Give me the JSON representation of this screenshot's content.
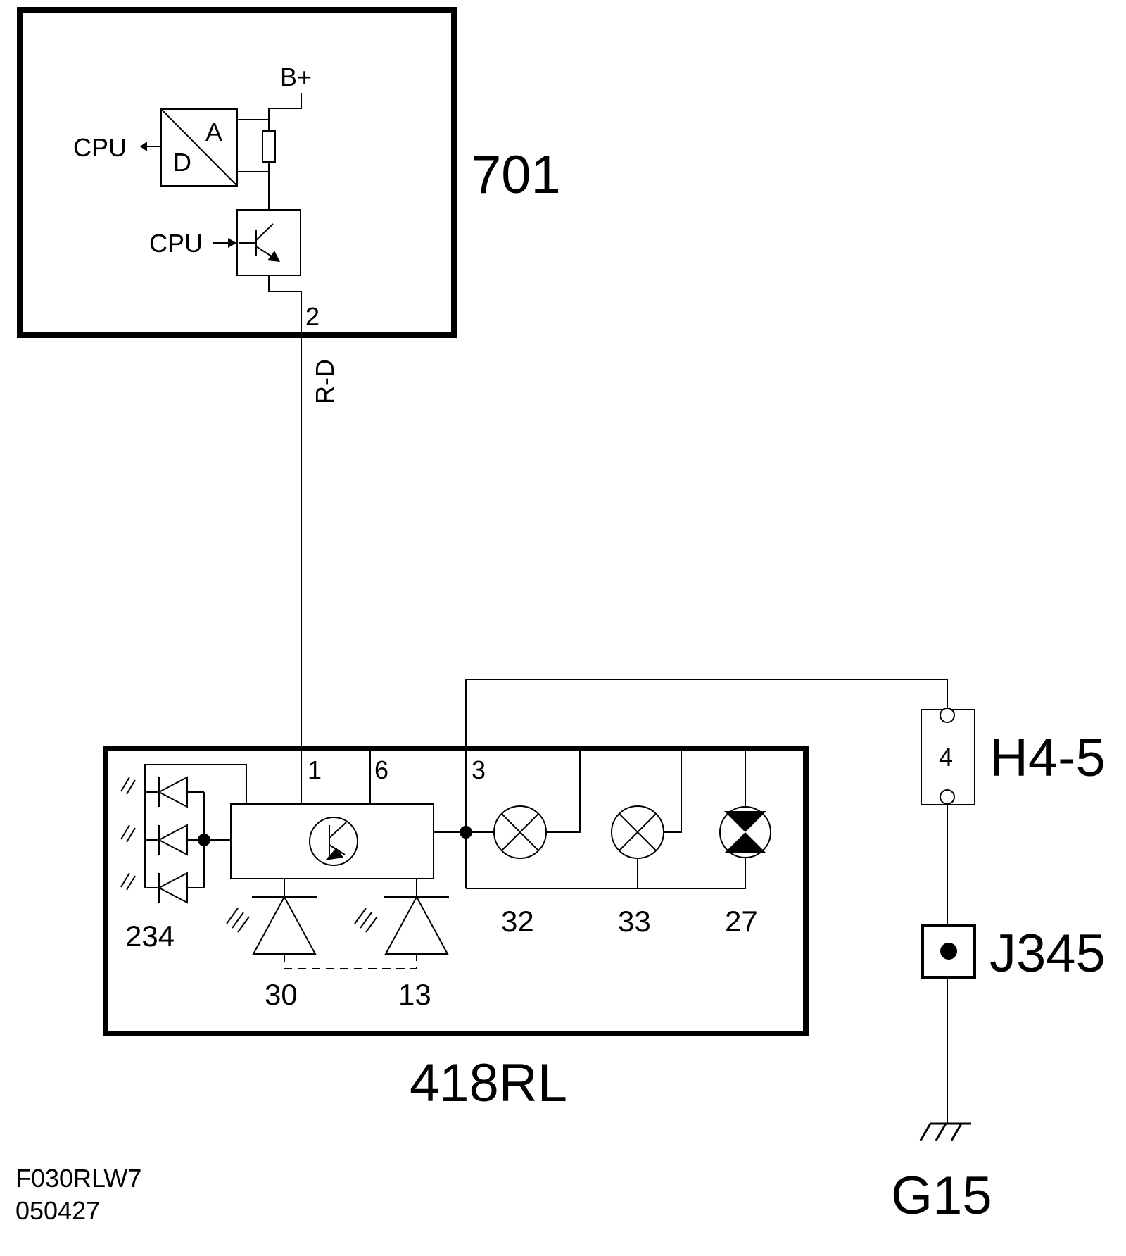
{
  "modules": {
    "ecu": {
      "id": "701"
    },
    "light_unit": {
      "id": "418RL"
    }
  },
  "labels": {
    "b_plus": "B+",
    "cpu_out": "CPU",
    "cpu_in": "CPU",
    "adc_a": "A",
    "adc_d": "D",
    "ecu_pin": "2",
    "wire_color": "R-D",
    "pin_1": "1",
    "pin_6": "6",
    "pin_3": "3",
    "leds": "234",
    "diode_left": "30",
    "diode_right": "13",
    "bulb_1": "32",
    "bulb_2": "33",
    "bulb_3": "27",
    "connector_pin": "4",
    "connector": "H4-5",
    "splice": "J345",
    "ground": "G15"
  },
  "footer": {
    "drawing_code": "F030RLW7",
    "date_code": "050427"
  }
}
